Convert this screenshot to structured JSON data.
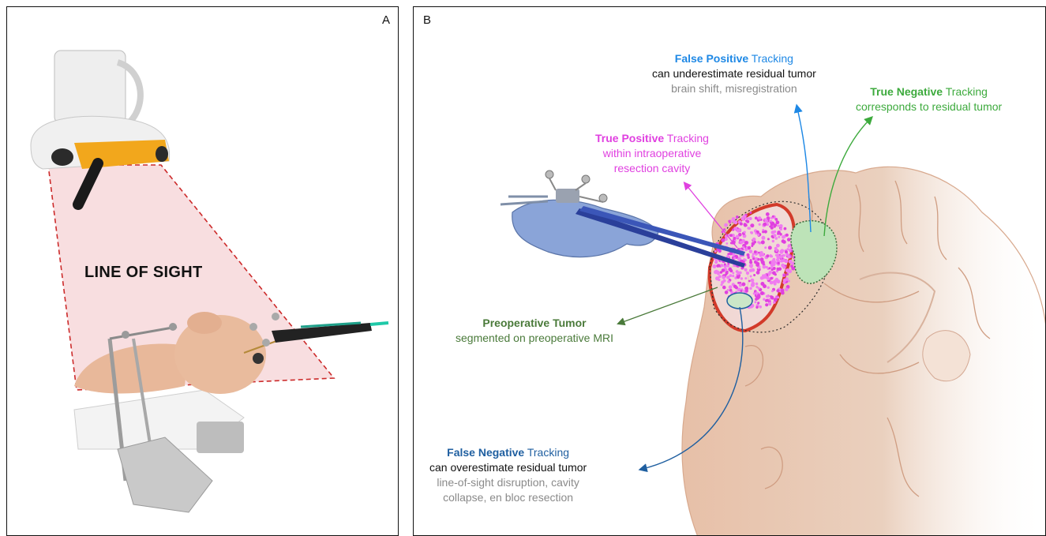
{
  "panel_a": {
    "letter": "A",
    "line_of_sight": "LINE OF SIGHT"
  },
  "panel_b": {
    "letter": "B",
    "false_positive": {
      "head": "False Positive",
      "tail": " Tracking",
      "line2": "can underestimate residual tumor",
      "line3": "brain shift, misregistration",
      "color": "#1e88e5"
    },
    "true_negative": {
      "head": "True Negative",
      "tail": " Tracking",
      "line2": "corresponds to residual tumor",
      "color": "#3daa3d"
    },
    "true_positive": {
      "head": "True Positive",
      "tail": " Tracking",
      "line2": "within intraoperative",
      "line3": "resection cavity",
      "color": "#e040e0"
    },
    "preop_tumor": {
      "head": "Preoperative Tumor",
      "line2": "segmented on preoperative MRI",
      "color": "#4a7a3a"
    },
    "false_negative": {
      "head": "False Negative",
      "tail": " Tracking",
      "line2": "can overestimate residual tumor",
      "line3": "line-of-sight disruption, cavity",
      "line4": "collapse, en bloc resection",
      "color": "#1f5fa0"
    }
  }
}
